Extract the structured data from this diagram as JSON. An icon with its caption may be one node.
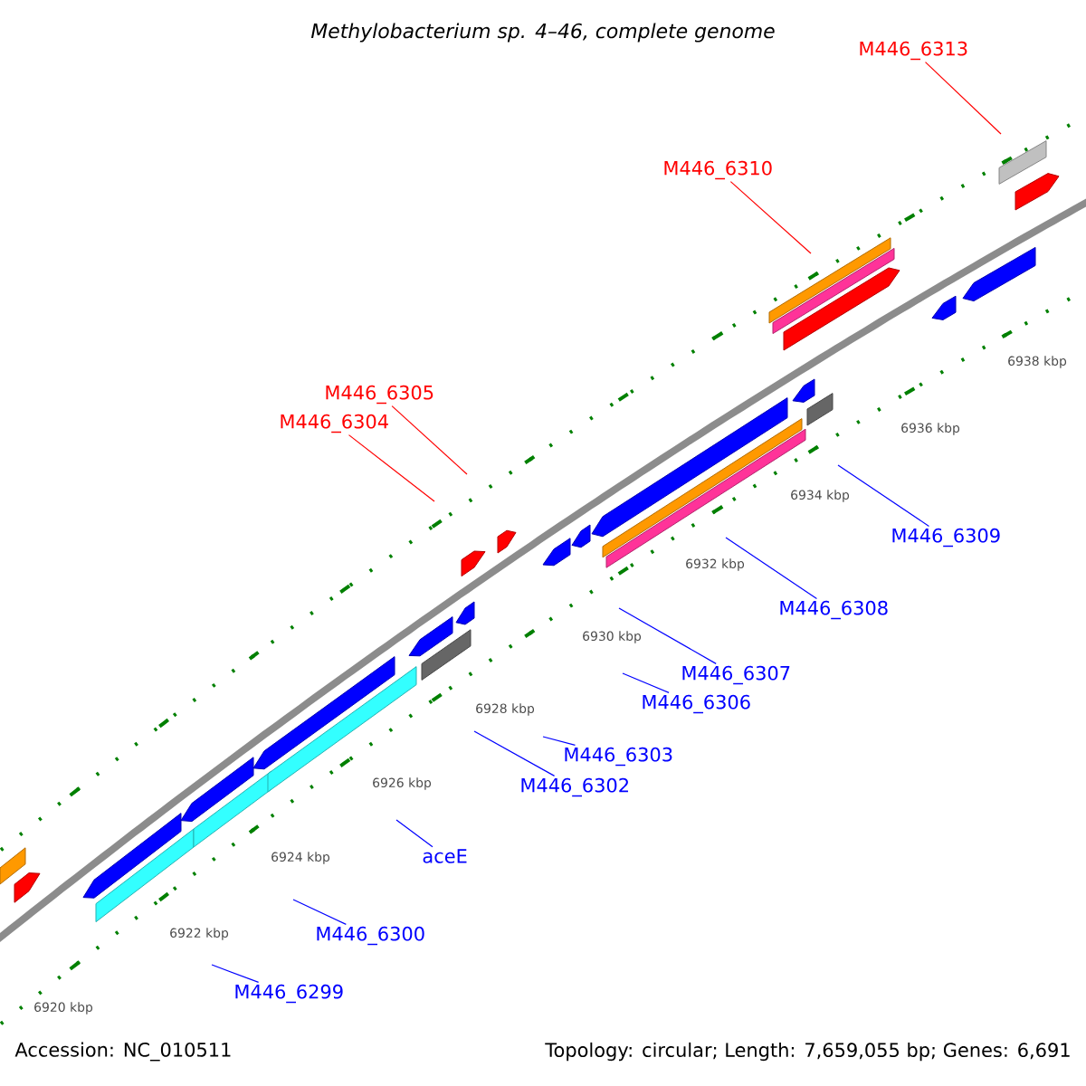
{
  "diagram": {
    "title": "Methylobacterium sp. 4–46, complete genome",
    "nodes": [
      {
        "text": [
          "M446_6313"
        ]
      },
      {
        "text": [
          "M446_6310"
        ]
      },
      {
        "text": [
          "M446_6305"
        ]
      },
      {
        "text": [
          "M446_6304"
        ]
      },
      {
        "text": [
          "M446_6309"
        ]
      },
      {
        "text": [
          "M446_6308"
        ]
      },
      {
        "text": [
          "M446_6307"
        ]
      },
      {
        "text": [
          "M446_6306"
        ]
      },
      {
        "text": [
          "M446_6303"
        ]
      },
      {
        "text": [
          "M446_6302"
        ]
      },
      {
        "text": [
          "aceE"
        ]
      },
      {
        "text": [
          "M446_6300"
        ]
      },
      {
        "text": [
          "M446_6299"
        ]
      }
    ],
    "edges": [
      {
        "from": 0,
        "to": null,
        "arrow": "none",
        "color": "#ff0000"
      },
      {
        "from": 1,
        "to": null,
        "arrow": "none",
        "color": "#ff0000"
      },
      {
        "from": 2,
        "to": null,
        "arrow": "none",
        "color": "#ff0000"
      },
      {
        "from": 3,
        "to": null,
        "arrow": "none",
        "color": "#ff0000"
      },
      {
        "from": 4,
        "to": null,
        "arrow": "none"
      },
      {
        "from": 5,
        "to": null,
        "arrow": "none"
      },
      {
        "from": 6,
        "to": null,
        "arrow": "none"
      },
      {
        "from": 7,
        "to": null,
        "arrow": "none"
      },
      {
        "from": 8,
        "to": null,
        "arrow": "none"
      },
      {
        "from": 9,
        "to": null,
        "arrow": "none"
      },
      {
        "from": 10,
        "to": null,
        "arrow": "none"
      },
      {
        "from": 11,
        "to": null,
        "arrow": "none"
      },
      {
        "from": 12,
        "to": null,
        "arrow": "none"
      }
    ],
    "labels": [
      "6938 kbp",
      "6936 kbp",
      "6934 kbp",
      "6932 kbp",
      "6930 kbp",
      "6928 kbp",
      "6926 kbp",
      "6924 kbp",
      "6922 kbp",
      "6920 kbp",
      "Accession: NC_010511",
      "Topology: circular; Length: 7,659,055 bp; Genes: 6,691"
    ]
  }
}
